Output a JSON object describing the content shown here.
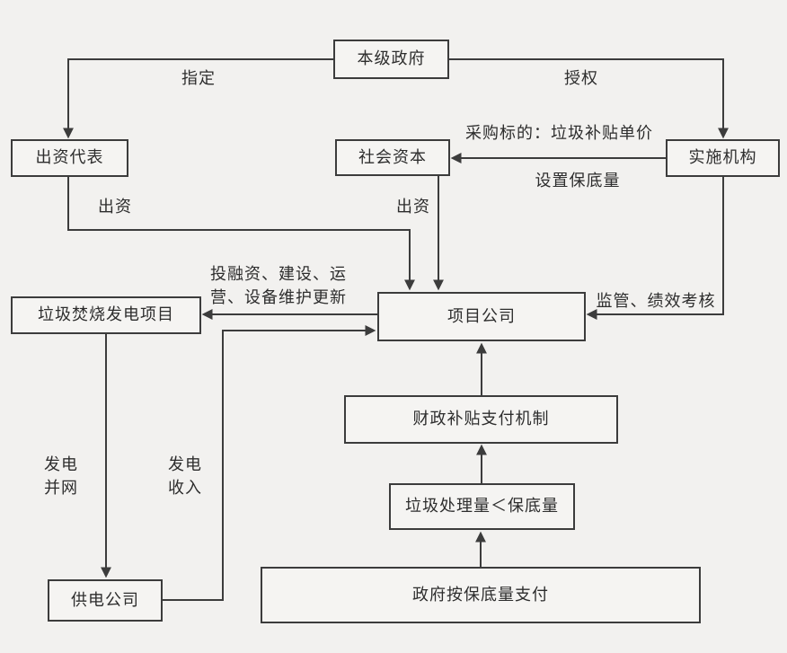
{
  "diagram": {
    "type": "flowchart",
    "background_color": "#f2f1ef",
    "line_color": "#3c3c3c",
    "nodes": {
      "government": "本级政府",
      "funding_representative": "出资代表",
      "social_capital": "社会资本",
      "implementing_agency": "实施机构",
      "waste_incineration_project": "垃圾焚烧发电项目",
      "project_company": "项目公司",
      "fiscal_subsidy_mechanism": "财政补贴支付机制",
      "waste_volume_condition": "垃圾处理量＜保底量",
      "government_floor_payment": "政府按保底量支付",
      "power_supply_company": "供电公司"
    },
    "edge_labels": {
      "designate": "指定",
      "authorize": "授权",
      "procurement_subject": "采购标的：垃圾补贴单价",
      "set_floor_volume": "设置保底量",
      "invest_from_representative": "出资",
      "invest_from_social_capital": "出资",
      "finance_build_operate": "投融资、建设、运营、设备维护更新",
      "supervision_assessment": "监管、绩效考核",
      "grid_connection": "发电并网",
      "power_revenue": "发电收入"
    }
  }
}
